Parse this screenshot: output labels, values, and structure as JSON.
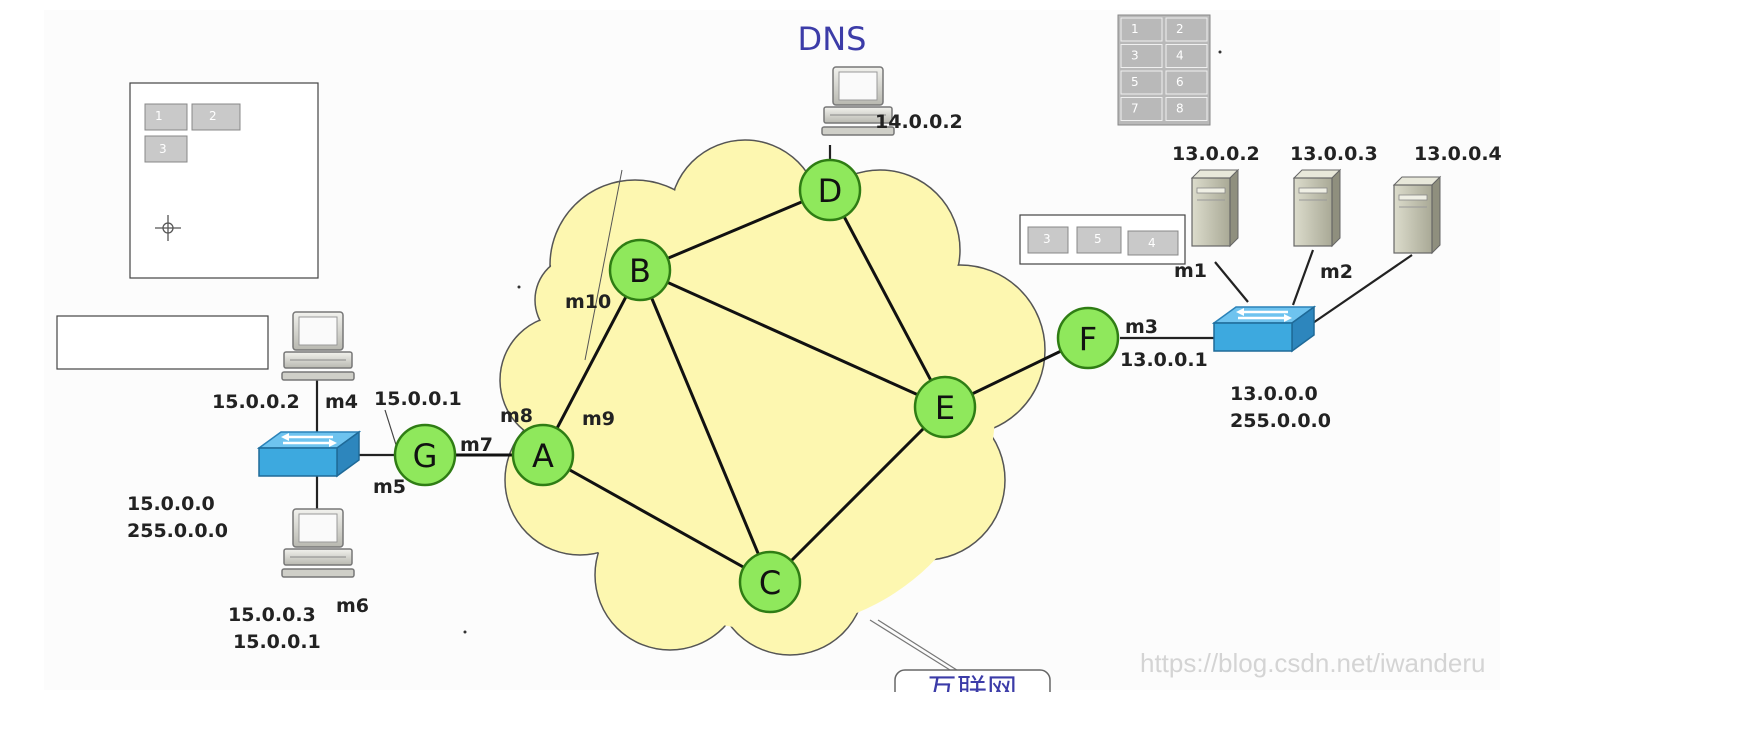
{
  "title": "DNS",
  "cloud_label": "互联网",
  "watermark": "https://blog.csdn.net/iwanderu",
  "colors": {
    "node_fill": "#8fe85c",
    "node_stroke": "#2f7d14",
    "cloud_fill": "#fdf7b0",
    "switch": "#3da9df",
    "label_blue": "#3c3ca8"
  },
  "routers": [
    {
      "id": "G"
    },
    {
      "id": "A"
    },
    {
      "id": "B"
    },
    {
      "id": "C"
    },
    {
      "id": "D"
    },
    {
      "id": "E"
    },
    {
      "id": "F"
    }
  ],
  "edges": [
    [
      "G",
      "A"
    ],
    [
      "A",
      "B"
    ],
    [
      "A",
      "C"
    ],
    [
      "B",
      "D"
    ],
    [
      "B",
      "C"
    ],
    [
      "B",
      "E"
    ],
    [
      "D",
      "E"
    ],
    [
      "C",
      "E"
    ],
    [
      "E",
      "F"
    ]
  ],
  "labels": {
    "dns_ip": "14.0.0.2",
    "ip_13_2": "13.0.0.2",
    "ip_13_3": "13.0.0.3",
    "ip_13_4": "13.0.0.4",
    "m1": "m1",
    "m2": "m2",
    "m3": "m3",
    "m4": "m4",
    "m5": "m5",
    "m6": "m6",
    "m7": "m7",
    "m8": "m8",
    "m9": "m9",
    "m10": "m10",
    "f_ip": "13.0.0.1",
    "net13": "13.0.0.0",
    "mask13": "255.0.0.0",
    "ip_15_2": "15.0.0.2",
    "g_ip": "15.0.0.1",
    "net15": "15.0.0.0",
    "mask15": "255.0.0.0",
    "ip_15_3": "15.0.0.3",
    "gw15": "15.0.0.1"
  },
  "top_left_panel": {
    "slots": [
      "1",
      "2",
      "3"
    ]
  },
  "top_right_grid": {
    "slots": [
      "1",
      "2",
      "3",
      "4",
      "5",
      "6",
      "7",
      "8"
    ]
  },
  "mid_panel": {
    "slots": [
      "3",
      "5",
      "4"
    ]
  }
}
